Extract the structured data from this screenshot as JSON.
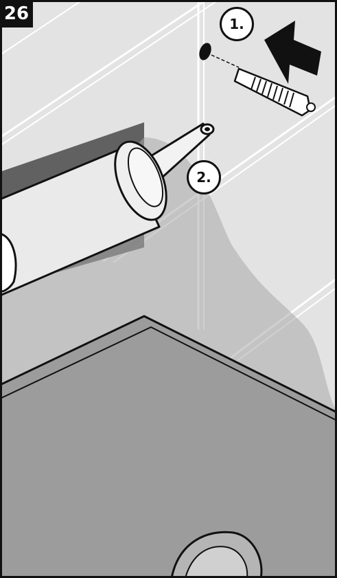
{
  "figure": {
    "step_number": "26",
    "callouts": [
      {
        "id": "1",
        "label": "1."
      },
      {
        "id": "2",
        "label": "2."
      }
    ]
  },
  "icons": {
    "drill_hole": "drill-hole-icon",
    "wall_plug": "wall-plug-icon",
    "insert_arrow": "arrow-icon",
    "silicone_gun": "silicone-gun-icon",
    "silicone_bead": "silicone-bead-icon",
    "wall_tiles": "tile-wall-icon",
    "shower_tray": "shower-tray-icon"
  },
  "colors": {
    "outline": "#111111",
    "wall": "#e3e3e3",
    "shadow": "#b8b8b8",
    "tray": "#9c9c9c",
    "badge_bg": "#111111",
    "badge_text": "#ffffff"
  }
}
